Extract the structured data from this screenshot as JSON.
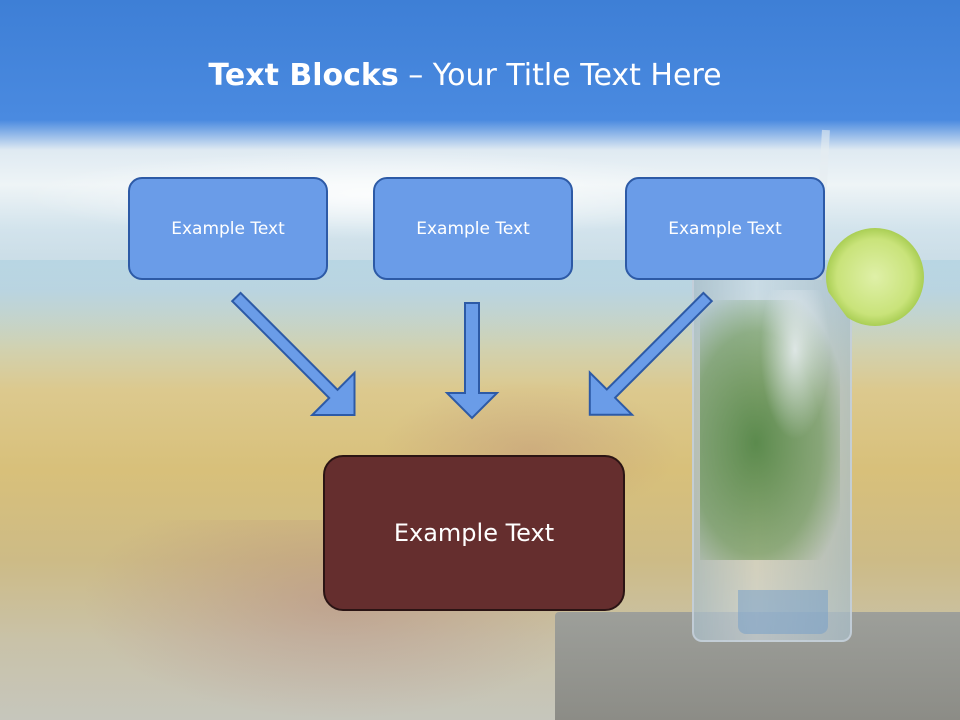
{
  "slide": {
    "title_bold": "Text Blocks",
    "title_rest": " – Your Title Text Here"
  },
  "blocks": {
    "top": [
      "Example Text",
      "Example Text",
      "Example Text"
    ],
    "bottom": "Example Text"
  },
  "colors": {
    "title_bar": "#3e7fd6",
    "top_block_fill": "#6a9ce8",
    "top_block_border": "#2d5aa6",
    "bottom_block_fill": "#652e2e",
    "bottom_block_border": "#2b1414",
    "arrow_fill": "#6a9ce8"
  }
}
